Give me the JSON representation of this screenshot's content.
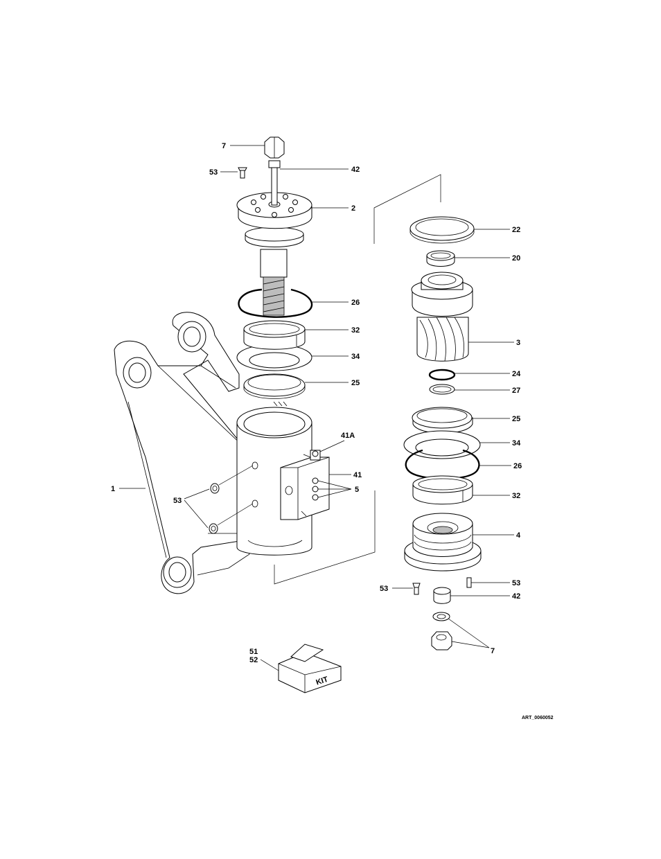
{
  "diagram": {
    "art_id": "ART_0060052",
    "kit_label": "KIT",
    "callouts": {
      "left": [
        {
          "key": "c7_top",
          "label": "7"
        },
        {
          "key": "c53_top",
          "label": "53"
        },
        {
          "key": "c42_top",
          "label": "42"
        },
        {
          "key": "c2",
          "label": "2"
        },
        {
          "key": "c26_l",
          "label": "26"
        },
        {
          "key": "c32_l",
          "label": "32"
        },
        {
          "key": "c34_l",
          "label": "34"
        },
        {
          "key": "c25_l",
          "label": "25"
        },
        {
          "key": "c41A",
          "label": "41A"
        },
        {
          "key": "c41",
          "label": "41"
        },
        {
          "key": "c1",
          "label": "1"
        },
        {
          "key": "c53_mid",
          "label": "53"
        },
        {
          "key": "c5",
          "label": "5"
        },
        {
          "key": "c51",
          "label": "51"
        },
        {
          "key": "c52",
          "label": "52"
        }
      ],
      "right": [
        {
          "key": "c22",
          "label": "22"
        },
        {
          "key": "c20",
          "label": "20"
        },
        {
          "key": "c3",
          "label": "3"
        },
        {
          "key": "c24",
          "label": "24"
        },
        {
          "key": "c27",
          "label": "27"
        },
        {
          "key": "c25_r",
          "label": "25"
        },
        {
          "key": "c34_r",
          "label": "34"
        },
        {
          "key": "c26_r",
          "label": "26"
        },
        {
          "key": "c32_r",
          "label": "32"
        },
        {
          "key": "c4",
          "label": "4"
        },
        {
          "key": "c53_r",
          "label": "53"
        },
        {
          "key": "c53_bl",
          "label": "53"
        },
        {
          "key": "c42_r",
          "label": "42"
        },
        {
          "key": "c7_r",
          "label": "7"
        }
      ]
    }
  }
}
